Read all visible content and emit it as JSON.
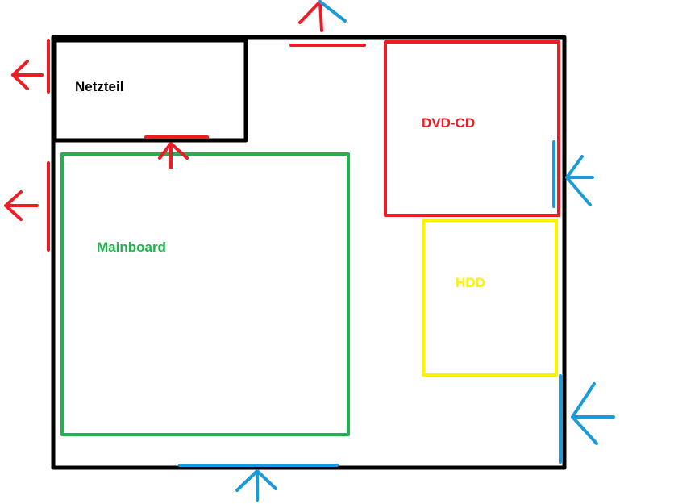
{
  "labels": {
    "psu": "Netzteil",
    "mainboard": "Mainboard",
    "dvd": "DVD-CD",
    "hdd": "HDD"
  },
  "colors": {
    "case": "#000000",
    "psu": "#000000",
    "mainboard": "#22b14c",
    "dvd": "#ed1c24",
    "hdd": "#fff200",
    "exhaust": "#ed1c24",
    "intake": "#1b9ad8"
  },
  "legend_semantics": {
    "red_arrows": "exhaust",
    "blue_arrows": "intake"
  }
}
